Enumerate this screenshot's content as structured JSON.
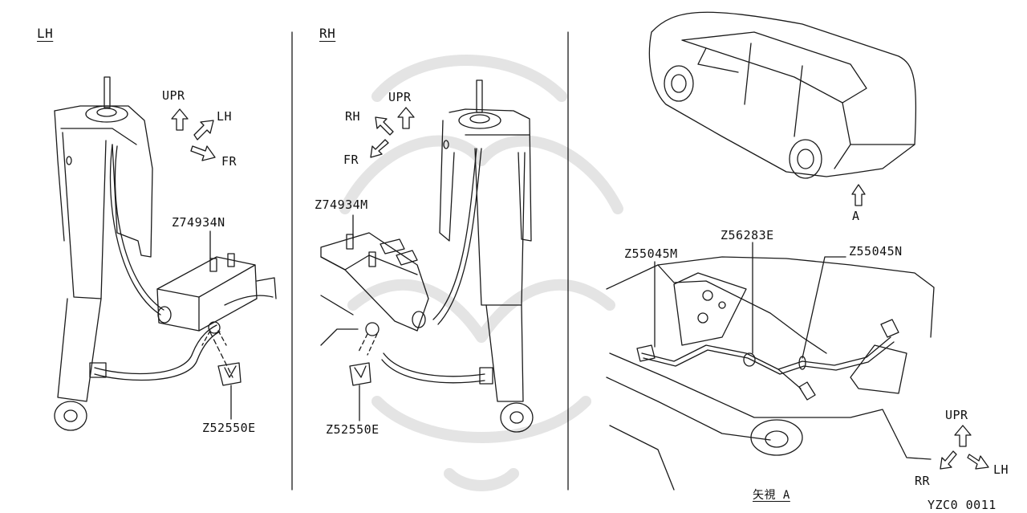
{
  "panels": {
    "left": {
      "side_label": "LH",
      "directions": {
        "up": "UPR",
        "side": "LH",
        "front": "FR"
      },
      "parts": {
        "bracket": "Z74934N",
        "clip": "Z52550E"
      }
    },
    "middle": {
      "side_label": "RH",
      "directions": {
        "up": "UPR",
        "side": "RH",
        "front": "FR"
      },
      "parts": {
        "bracket": "Z74934M",
        "clip": "Z52550E"
      }
    },
    "right": {
      "view_marker": "A",
      "parts": {
        "clip_left": "Z55045M",
        "grommet": "Z56283E",
        "clip_right": "Z55045N"
      },
      "directions": {
        "up": "UPR",
        "rear": "RR",
        "side": "LH"
      },
      "view_caption": "矢視 A"
    }
  },
  "figure_code": "YZC0  0011"
}
